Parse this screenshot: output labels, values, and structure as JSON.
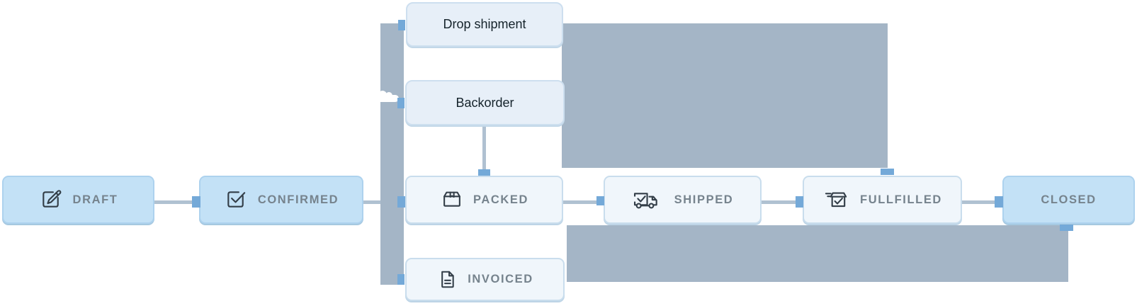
{
  "nodes": {
    "draft": {
      "label": "DRAFT",
      "icon": "edit-icon"
    },
    "confirmed": {
      "label": "CONFIRMED",
      "icon": "check-square-icon"
    },
    "packed": {
      "label": "PACKED",
      "icon": "package-icon"
    },
    "shipped": {
      "label": "SHIPPED",
      "icon": "truck-check-icon"
    },
    "fullfilled": {
      "label": "FULLFILLED",
      "icon": "dispatch-box-icon"
    },
    "closed": {
      "label": "CLOSED",
      "icon": ""
    },
    "drop_shipment": {
      "label": "Drop shipment",
      "icon": ""
    },
    "backorder": {
      "label": "Backorder",
      "icon": ""
    },
    "invoiced": {
      "label": "INVOICED",
      "icon": "invoice-document-icon"
    }
  },
  "edges": [
    {
      "from": "DRAFT",
      "to": "CONFIRMED"
    },
    {
      "from": "CONFIRMED",
      "to": "PACKED"
    },
    {
      "from": "PACKED",
      "to": "SHIPPED"
    },
    {
      "from": "SHIPPED",
      "to": "FULLFILLED"
    },
    {
      "from": "FULLFILLED",
      "to": "CLOSED"
    },
    {
      "from": "Backorder",
      "to": "PACKED"
    }
  ],
  "colors": {
    "state_fill": "#c3e1f6",
    "state_border": "#add2ee",
    "substate_fill": "#f0f6fb",
    "substate_border": "#c9dded",
    "option_fill": "#e7eff8",
    "option_border": "#cddfef",
    "lane_gray": "#a4b5c6",
    "connector": "#b0c1d1",
    "handle_blue": "#74a9d8",
    "state_text": "#76838d",
    "option_text": "#15232b",
    "icon_stroke": "#333e48"
  }
}
